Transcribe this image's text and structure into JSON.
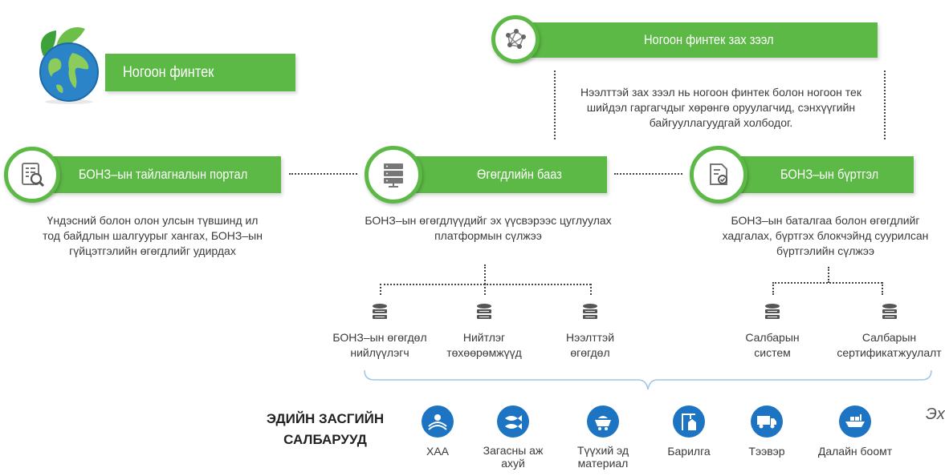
{
  "header": {
    "logo_icon": "globe-leaves-icon",
    "title": "Ногоон финтек"
  },
  "market": {
    "icon": "network-nodes-icon",
    "title": "Ногоон финтек зах зээл",
    "description": [
      "Нээлттэй зах зээл нь ногоон финтек болон ногоон тек",
      "шийдэл гаргагчдыг хөрөнгө оруулагчид, сэнхүүгийн",
      "байгууллагуудгай холбодог."
    ]
  },
  "nodes": [
    {
      "icon": "document-search-icon",
      "title": "БОНЗ–ын тайлагналын портал",
      "description": [
        "Үндэсний болон олон улсын түвшинд ил",
        "тод байдлын шалгуурыг хангах, БОНЗ–ын",
        "гүйцэтгэлийн өгөгдлийг удирдах"
      ]
    },
    {
      "icon": "server-database-icon",
      "title": "Өгөгдлийн бааз",
      "description": [
        "БОНЗ–ын өгөгдлүүдийг эх үүсвэрээс цуглуулах",
        "платформын сүлжээ"
      ]
    },
    {
      "icon": "certificate-icon",
      "title": "БОНЗ–ын бүртгэл",
      "description": [
        "БОНЗ–ын баталгаа болон өгөгдлийг",
        "хадгалах, бүртгэх блокчэйнд суурилсан",
        "бүртгэлийн сүлжээ"
      ]
    }
  ],
  "data_sources": [
    {
      "icon": "database-icon",
      "label": [
        "БОНЗ–ын өгөгдөл",
        "нийлүүлэгч"
      ]
    },
    {
      "icon": "database-icon",
      "label": [
        "Нийтлэг",
        "төхөөрөмжүүд"
      ]
    },
    {
      "icon": "database-icon",
      "label": [
        "Нээлттэй",
        "өгөгдөл"
      ]
    },
    {
      "icon": "database-icon",
      "label": [
        "Салбарын",
        "систем"
      ]
    },
    {
      "icon": "database-icon",
      "label": [
        "Салбарын",
        "сертификатжуулалт"
      ]
    }
  ],
  "sectors": {
    "title": [
      "ЭДИЙН ЗАСГИЙН",
      "САЛБАРУУД"
    ],
    "color": "#1d74c2",
    "items": [
      {
        "icon": "agriculture-icon",
        "label": [
          "ХАА"
        ]
      },
      {
        "icon": "fish-icon",
        "label": [
          "Загасны аж",
          "ахуй"
        ]
      },
      {
        "icon": "mining-cart-icon",
        "label": [
          "Түүхий эд",
          "материал"
        ]
      },
      {
        "icon": "construction-crane-icon",
        "label": [
          "Барилга"
        ]
      },
      {
        "icon": "truck-icon",
        "label": [
          "Тээвэр"
        ]
      },
      {
        "icon": "cargo-ship-icon",
        "label": [
          "Далайн боомт"
        ]
      }
    ]
  },
  "edge_text": "Эх",
  "colors": {
    "green": "#5cb946",
    "blue": "#1d74c2",
    "dark": "#333333"
  }
}
